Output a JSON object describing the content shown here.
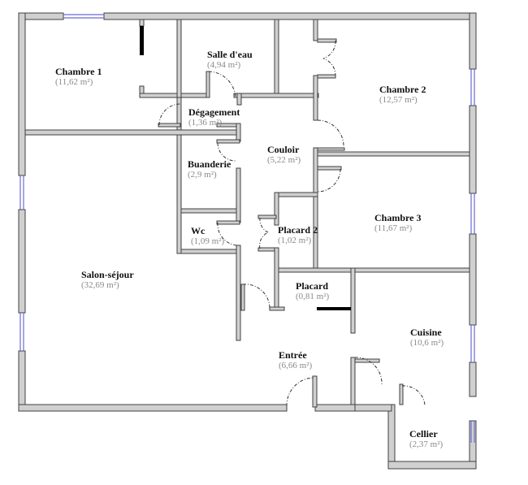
{
  "plan": {
    "colors": {
      "wall_fill": "#d0d0d0",
      "wall_stroke": "#404040",
      "window": "#6b6bd6",
      "door_arc": "#333333",
      "closet_door": "#000000",
      "name_text": "#111111",
      "area_text": "#8a8a8a"
    },
    "rooms": [
      {
        "name": "Chambre 1",
        "area": "(11,62 m²)"
      },
      {
        "name": "Salle d'eau",
        "area": "(4,94 m²)"
      },
      {
        "name": "Chambre 2",
        "area": "(12,57 m²)"
      },
      {
        "name": "Dégagement",
        "area": "(1,36 m²)"
      },
      {
        "name": "Couloir",
        "area": "(5,22 m²)"
      },
      {
        "name": "Buanderie",
        "area": "(2,9 m²)"
      },
      {
        "name": "Chambre 3",
        "area": "(11,67 m²)"
      },
      {
        "name": "Wc",
        "area": "(1,09 m²)"
      },
      {
        "name": "Placard 2",
        "area": "(1,02 m²)"
      },
      {
        "name": "Salon-séjour",
        "area": "(32,69 m²)"
      },
      {
        "name": "Placard",
        "area": "(0,81 m²)"
      },
      {
        "name": "Cuisine",
        "area": "(10,6 m²)"
      },
      {
        "name": "Entrée",
        "area": "(6,66 m²)"
      },
      {
        "name": "Cellier",
        "area": "(2,37 m²)"
      }
    ]
  }
}
